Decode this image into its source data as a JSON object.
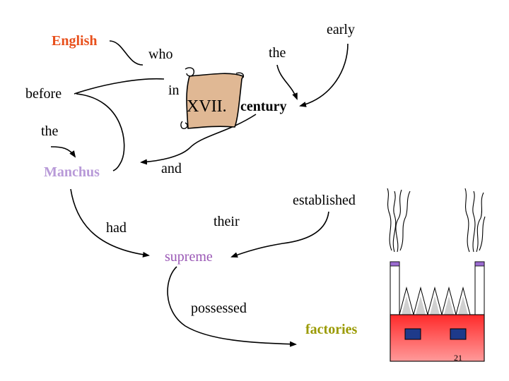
{
  "slide": {
    "page_number": "21",
    "colors": {
      "english": "#e8501c",
      "manchus": "#b89ad8",
      "supreme": "#9b59b6",
      "factories": "#9a9a00",
      "scroll": "#e0b894",
      "factory_wall": "#ff3b3b",
      "factory_window": "#1e3a8a",
      "chimney_cap": "#9b6bd0"
    },
    "words": {
      "english": "English",
      "who": "who",
      "the_top": "the",
      "early": "early",
      "before": "before",
      "in": "in",
      "xvii": "XVII.",
      "century": "century",
      "the_left": "the",
      "manchus": "Manchus",
      "and": "and",
      "established": "established",
      "their": "their",
      "had": "had",
      "supreme": "supreme",
      "possessed": "possessed",
      "factories": "factories"
    },
    "icons": {
      "scroll": "scroll-icon",
      "factory": "factory-icon"
    }
  }
}
